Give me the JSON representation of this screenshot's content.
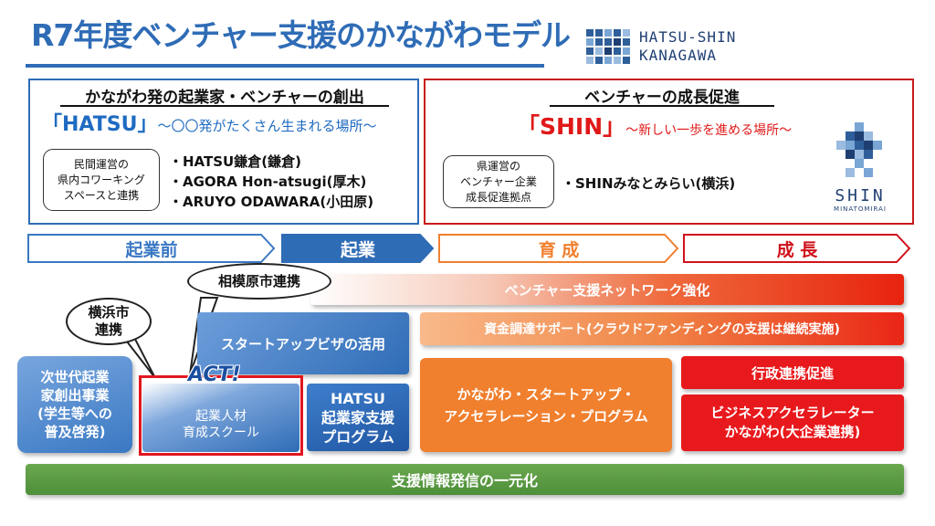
{
  "title": "R7年度ベンチャー支援のかながわモデル",
  "logo": {
    "line1": "HATSU-SHIN",
    "line2": "KANAGAWA"
  },
  "hatsu_panel": {
    "heading": "かながわ発の起業家・ベンチャーの創出",
    "brand": "「HATSU」",
    "tagline": "～〇〇発がたくさん生まれる場所～",
    "note_lines": [
      "民間運営の",
      "県内コワーキング",
      "スペースと連携"
    ],
    "bullets": [
      "・HATSU鎌倉(鎌倉)",
      "・AGORA Hon-atsugi(厚木)",
      "・ARUYO ODAWARA(小田原)"
    ]
  },
  "shin_panel": {
    "heading": "ベンチャーの成長促進",
    "brand": "「SHIN」",
    "tagline": "～新しい一歩を進める場所～",
    "note_lines": [
      "県運営の",
      "ベンチャー企業",
      "成長促進拠点"
    ],
    "bullet": "・SHINみなとみらい(横浜)",
    "logo_line1": "SHIN",
    "logo_line2": "MINATOMIRAI"
  },
  "stages": [
    "起業前",
    "起業",
    "育 成",
    "成 長"
  ],
  "bubbles": {
    "sagamihara": "相模原市連携",
    "yokohama_l1": "横浜市",
    "yokohama_l2": "連携"
  },
  "programs": {
    "network": "ベンチャー支援ネットワーク強化",
    "funding": "資金調達サポート(クラウドファンディングの支援は継続実施)",
    "visa": "スタートアップビザの活用",
    "nextgen": [
      "次世代起業",
      "家創出事業",
      "(学生等への",
      "普及啓発)"
    ],
    "act_logo": "ACT!",
    "school": [
      "起業人材",
      "育成スクール"
    ],
    "hatsu_program": [
      "HATSU",
      "起業家支援",
      "プログラム"
    ],
    "accel": [
      "かながわ・スタートアップ・",
      "アクセラレーション・プログラム"
    ],
    "gov": "行政連携促進",
    "biz": [
      "ビジネスアクセラレーター",
      "かながわ(大企業連携)"
    ],
    "info": "支援情報発信の一元化"
  },
  "colors": {
    "blue": "#2f6cb6",
    "red": "#c81a1a",
    "orange": "#f07f2e",
    "green": "#4e8f3a"
  }
}
